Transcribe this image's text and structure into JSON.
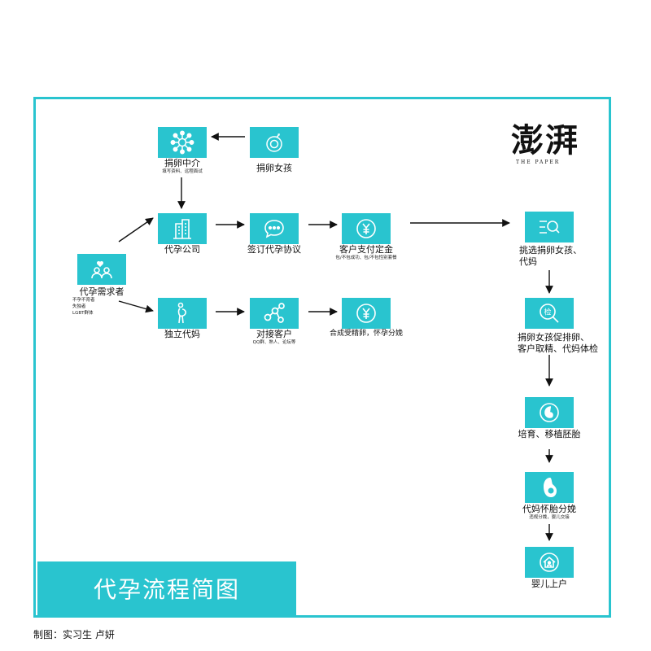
{
  "title": "代孕流程简图",
  "credit": "制图：实习生 卢妍",
  "logo": {
    "main": "澎湃",
    "sub": "THE PAPER"
  },
  "colors": {
    "accent": "#29c4cf",
    "arrow": "#111111"
  },
  "nodes": {
    "client": {
      "label": "代孕需求者",
      "notes": [
        "不孕不育者",
        "失独者",
        "LGBT群体"
      ],
      "icon": "people-heart-icon"
    },
    "agency": {
      "label": "代孕公司",
      "icon": "building-icon"
    },
    "egg_broker": {
      "label": "捐卵中介",
      "note": "填写资料、远程面试",
      "icon": "network-icon"
    },
    "egg_girl": {
      "label": "捐卵女孩",
      "icon": "egg-icon"
    },
    "contract": {
      "label": "签订代孕协议",
      "icon": "chat-bubble-icon"
    },
    "deposit": {
      "label": "客户支付定金",
      "note": "包/不包成功、包/不包性别套餐",
      "icon": "yen-icon"
    },
    "independent": {
      "label": "独立代妈",
      "icon": "pregnant-woman-icon"
    },
    "connect": {
      "label": "对接客户",
      "note": "QQ群、熟人、论坛等",
      "icon": "share-nodes-icon"
    },
    "fee": {
      "label": "合成受精卵，怀孕分娩",
      "icon": "yen-icon"
    },
    "select": {
      "label1": "挑选捐卵女孩、",
      "label2": "代妈",
      "icon": "search-list-icon"
    },
    "checkup": {
      "label1": "捐卵女孩促排卵、",
      "label2": "客户取精、代妈体检",
      "icon_text": "检",
      "icon": "magnifier-check-icon"
    },
    "embryo": {
      "label": "培育、移植胚胎",
      "icon": "embryo-icon"
    },
    "birth": {
      "label": "代妈怀胎分娩",
      "note": "违规分娩，婴儿交接",
      "icon": "pregnancy-icon"
    },
    "register": {
      "label": "婴儿上户",
      "icon": "house-person-icon"
    }
  }
}
